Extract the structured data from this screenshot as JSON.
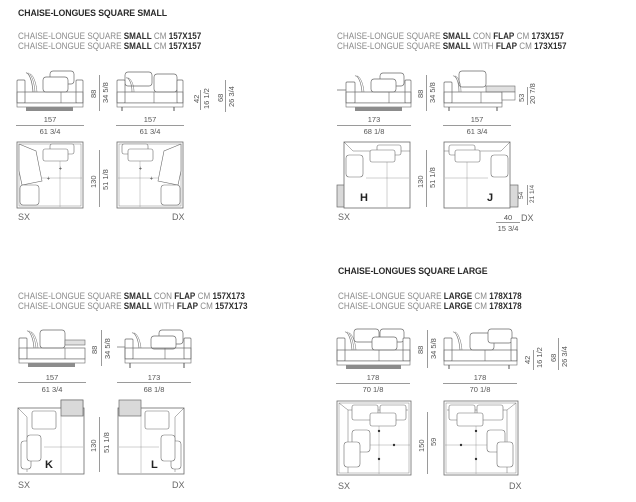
{
  "sections": {
    "small": {
      "title": "CHAISE-LONGUES SQUARE SMALL"
    },
    "large": {
      "title": "CHAISE-LONGUES SQUARE LARGE"
    }
  },
  "groups": [
    {
      "id": "small-157x157",
      "line_it": {
        "prefix": "CHAISE-LONGUE SQUARE ",
        "size": "SMALL",
        "mid": " CM ",
        "flap": "",
        "dims": "157X157"
      },
      "line_en": {
        "prefix": "CHAISE-LONGUE SQUARE ",
        "size": "SMALL",
        "mid": " CM ",
        "flap": "",
        "dims": "157X157"
      },
      "front_left": {
        "width_cm": "157",
        "width_in": "61 3/4"
      },
      "front_right": {
        "width_cm": "157",
        "width_in": "61 3/4"
      },
      "height_cm": "88",
      "height_in": "34 5/8",
      "seat_cm": "42",
      "seat_in": "16 1/2",
      "back_cm": "68",
      "back_in": "26 3/4",
      "depth_cm": "130",
      "depth_in": "51 1/8",
      "left_label": "SX",
      "right_label": "DX"
    },
    {
      "id": "small-flap-173x157",
      "line_it": {
        "prefix": "CHAISE-LONGUE SQUARE ",
        "size": "SMALL",
        "mid": " CON ",
        "flap": "FLAP",
        "cm": " CM ",
        "dims": "173X157"
      },
      "line_en": {
        "prefix": "CHAISE-LONGUE SQUARE ",
        "size": "SMALL",
        "mid": " WITH ",
        "flap": "FLAP",
        "cm": " CM ",
        "dims": "173X157"
      },
      "front_left": {
        "width_cm": "173",
        "width_in": "68 1/8"
      },
      "front_right": {
        "width_cm": "157",
        "width_in": "61 3/4"
      },
      "height_cm": "88",
      "height_in": "34 5/8",
      "flap_h_cm": "53",
      "flap_h_in": "20 7/8",
      "depth_cm": "130",
      "depth_in": "51 1/8",
      "flap_depth_cm": "54",
      "flap_depth_in": "21 1/4",
      "flap_width_cm": "40",
      "flap_width_in": "15 3/4",
      "left_letter": "H",
      "right_letter": "J",
      "left_label": "SX",
      "right_label": "DX"
    },
    {
      "id": "small-flap-157x173",
      "line_it": {
        "prefix": "CHAISE-LONGUE SQUARE ",
        "size": "SMALL",
        "mid": " CON ",
        "flap": "FLAP",
        "cm": " CM ",
        "dims": "157X173"
      },
      "line_en": {
        "prefix": "CHAISE-LONGUE SQUARE ",
        "size": "SMALL",
        "mid": " WITH ",
        "flap": "FLAP",
        "cm": " CM ",
        "dims": "157X173"
      },
      "front_left": {
        "width_cm": "157",
        "width_in": "61 3/4"
      },
      "front_right": {
        "width_cm": "173",
        "width_in": "68 1/8"
      },
      "height_cm": "88",
      "height_in": "34 5/8",
      "depth_cm": "130",
      "depth_in": "51 1/8",
      "left_letter": "K",
      "right_letter": "L",
      "left_label": "SX",
      "right_label": "DX"
    },
    {
      "id": "large-178x178",
      "line_it": {
        "prefix": "CHAISE-LONGUE SQUARE ",
        "size": "LARGE",
        "mid": " CM ",
        "flap": "",
        "dims": "178X178"
      },
      "line_en": {
        "prefix": "CHAISE-LONGUE SQUARE ",
        "size": "LARGE",
        "mid": " CM ",
        "flap": "",
        "dims": "178X178"
      },
      "front_left": {
        "width_cm": "178",
        "width_in": "70 1/8"
      },
      "front_right": {
        "width_cm": "178",
        "width_in": "70 1/8"
      },
      "height_cm": "88",
      "height_in": "34 5/8",
      "seat_cm": "42",
      "seat_in": "16 1/2",
      "back_cm": "68",
      "back_in": "26 3/4",
      "depth_cm": "150",
      "depth_in": "59",
      "left_label": "SX",
      "right_label": "DX"
    }
  ],
  "colors": {
    "line": "#6a6a6a",
    "base_dark": "#8c8c8c",
    "flap_fill": "#d9d9d9",
    "title": "#2a2a2a",
    "subtext": "#8a8a8a"
  }
}
